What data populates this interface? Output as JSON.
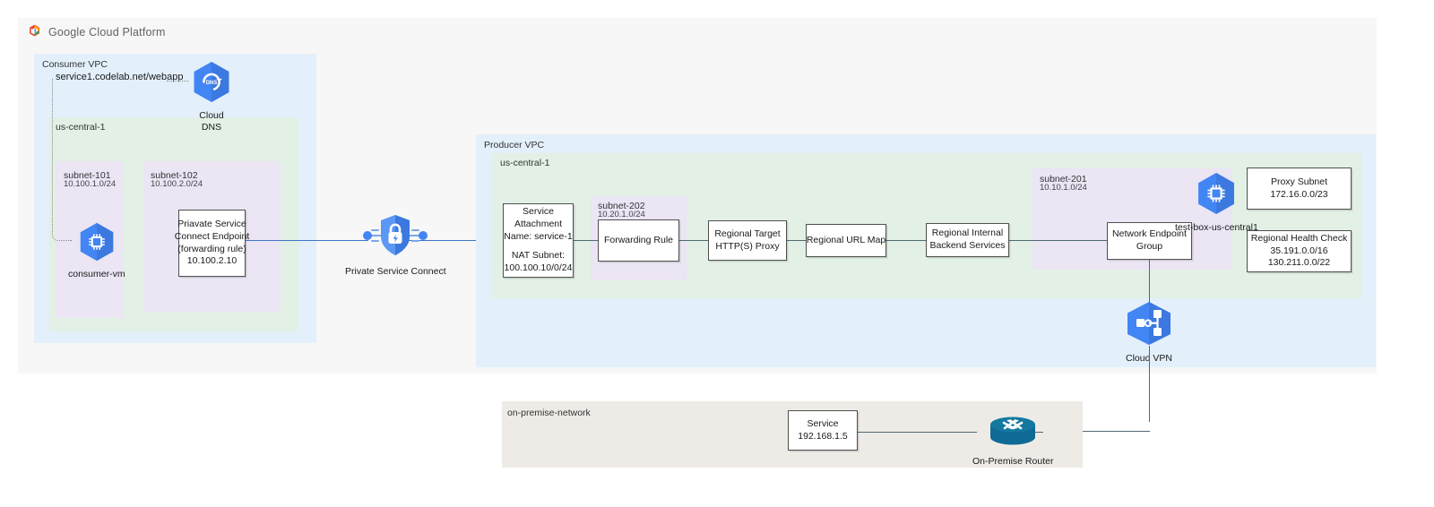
{
  "branding": {
    "logo_icon": "google-cloud-logo-icon",
    "title": "Google Cloud Platform"
  },
  "consumer_vpc": {
    "label": "Consumer VPC",
    "region_label": "us-central-1",
    "dns_url_label": "service1.codelab.net/webapp",
    "cloud_dns": {
      "icon": "cloud-dns-icon",
      "label": "Cloud\nDNS",
      "label_line1": "Cloud",
      "label_line2": "DNS"
    },
    "subnets": [
      {
        "name": "subnet-101",
        "cidr": "10.100.1.0/24",
        "vm": {
          "icon": "compute-vm-icon",
          "label": "consumer-vm"
        }
      },
      {
        "name": "subnet-102",
        "cidr": "10.100.2.0/24",
        "endpoint_box": {
          "line1": "Priavate Service",
          "line2": "Connect Endpoint",
          "line3": "(forwarding rule)",
          "line4": "10.100.2.10"
        }
      }
    ]
  },
  "private_service_connect": {
    "icon": "private-service-connect-icon",
    "label": "Private Service Connect"
  },
  "producer_vpc": {
    "label": "Producer VPC",
    "region_label": "us-central-1",
    "service_attachment": {
      "line1": "Service",
      "line2": "Attachment",
      "line3": "Name: service-1",
      "line4": "NAT Subnet:",
      "line5": "100.100.10/0/24"
    },
    "subnet_202": {
      "name": "subnet-202",
      "cidr": "10.20.1.0/24"
    },
    "subnet_201": {
      "name": "subnet-201",
      "cidr": "10.10.1.0/24"
    },
    "forwarding_rule": {
      "line1": "Forwarding Rule"
    },
    "target_proxy": {
      "line1": "Regional Target",
      "line2": "HTTP(S) Proxy"
    },
    "url_map": {
      "line1": "Regional URL Map"
    },
    "backend_services": {
      "line1": "Regional Internal",
      "line2": "Backend Services"
    },
    "network_endpoint_group": {
      "line1": "Network Endpoint",
      "line2": "Group"
    },
    "test_box": {
      "icon": "compute-vm-icon",
      "label": "test-box-us-central1"
    },
    "proxy_subnet": {
      "line1": "Proxy Subnet",
      "line2": "172.16.0.0/23"
    },
    "health_check": {
      "line1": "Regional Health Check",
      "line2": "35.191.0.0/16",
      "line3": "130.211.0.0/22"
    }
  },
  "cloud_vpn": {
    "icon": "cloud-vpn-icon",
    "label": "Cloud VPN"
  },
  "on_premise": {
    "label": "on-premise-network",
    "service_box": {
      "line1": "Service",
      "line2": "192.168.1.5"
    },
    "router": {
      "icon": "router-icon",
      "label": "On-Premise Router"
    }
  },
  "colors": {
    "vpc_blue": "#e3f0fb",
    "region_green": "#e2f0e5",
    "subnet_purple": "#ebe5f4",
    "onprem_gray": "#eeebe7",
    "page_gray": "#f7f7f7",
    "gcp_blue": "#4285f4",
    "link_blue": "#3f76c4",
    "router_teal": "#0f6a96"
  }
}
